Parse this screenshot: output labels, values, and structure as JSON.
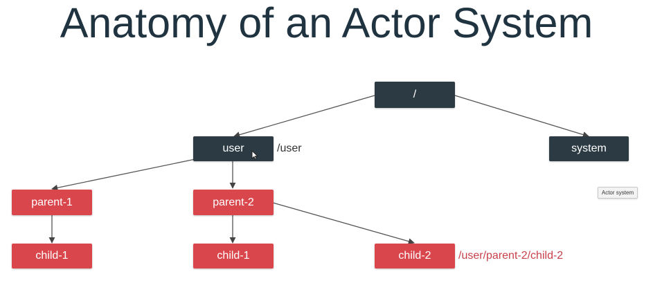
{
  "title": "Anatomy of an Actor System",
  "colors": {
    "title": "#1f3340",
    "dark_node": "#2c3a44",
    "red_node": "#d9474d",
    "edge": "#555555",
    "path_label_dark": "#333333",
    "path_label_red": "#c8404a"
  },
  "nodes": {
    "root": "/",
    "user": "user",
    "system": "system",
    "parent1": "parent-1",
    "parent2": "parent-2",
    "child1a": "child-1",
    "child1b": "child-1",
    "child2": "child-2"
  },
  "path_labels": {
    "user": "/user",
    "child2": "/user/parent-2/child-2"
  },
  "tooltip": "Actor system",
  "cursor_icon": "mouse-pointer-icon"
}
